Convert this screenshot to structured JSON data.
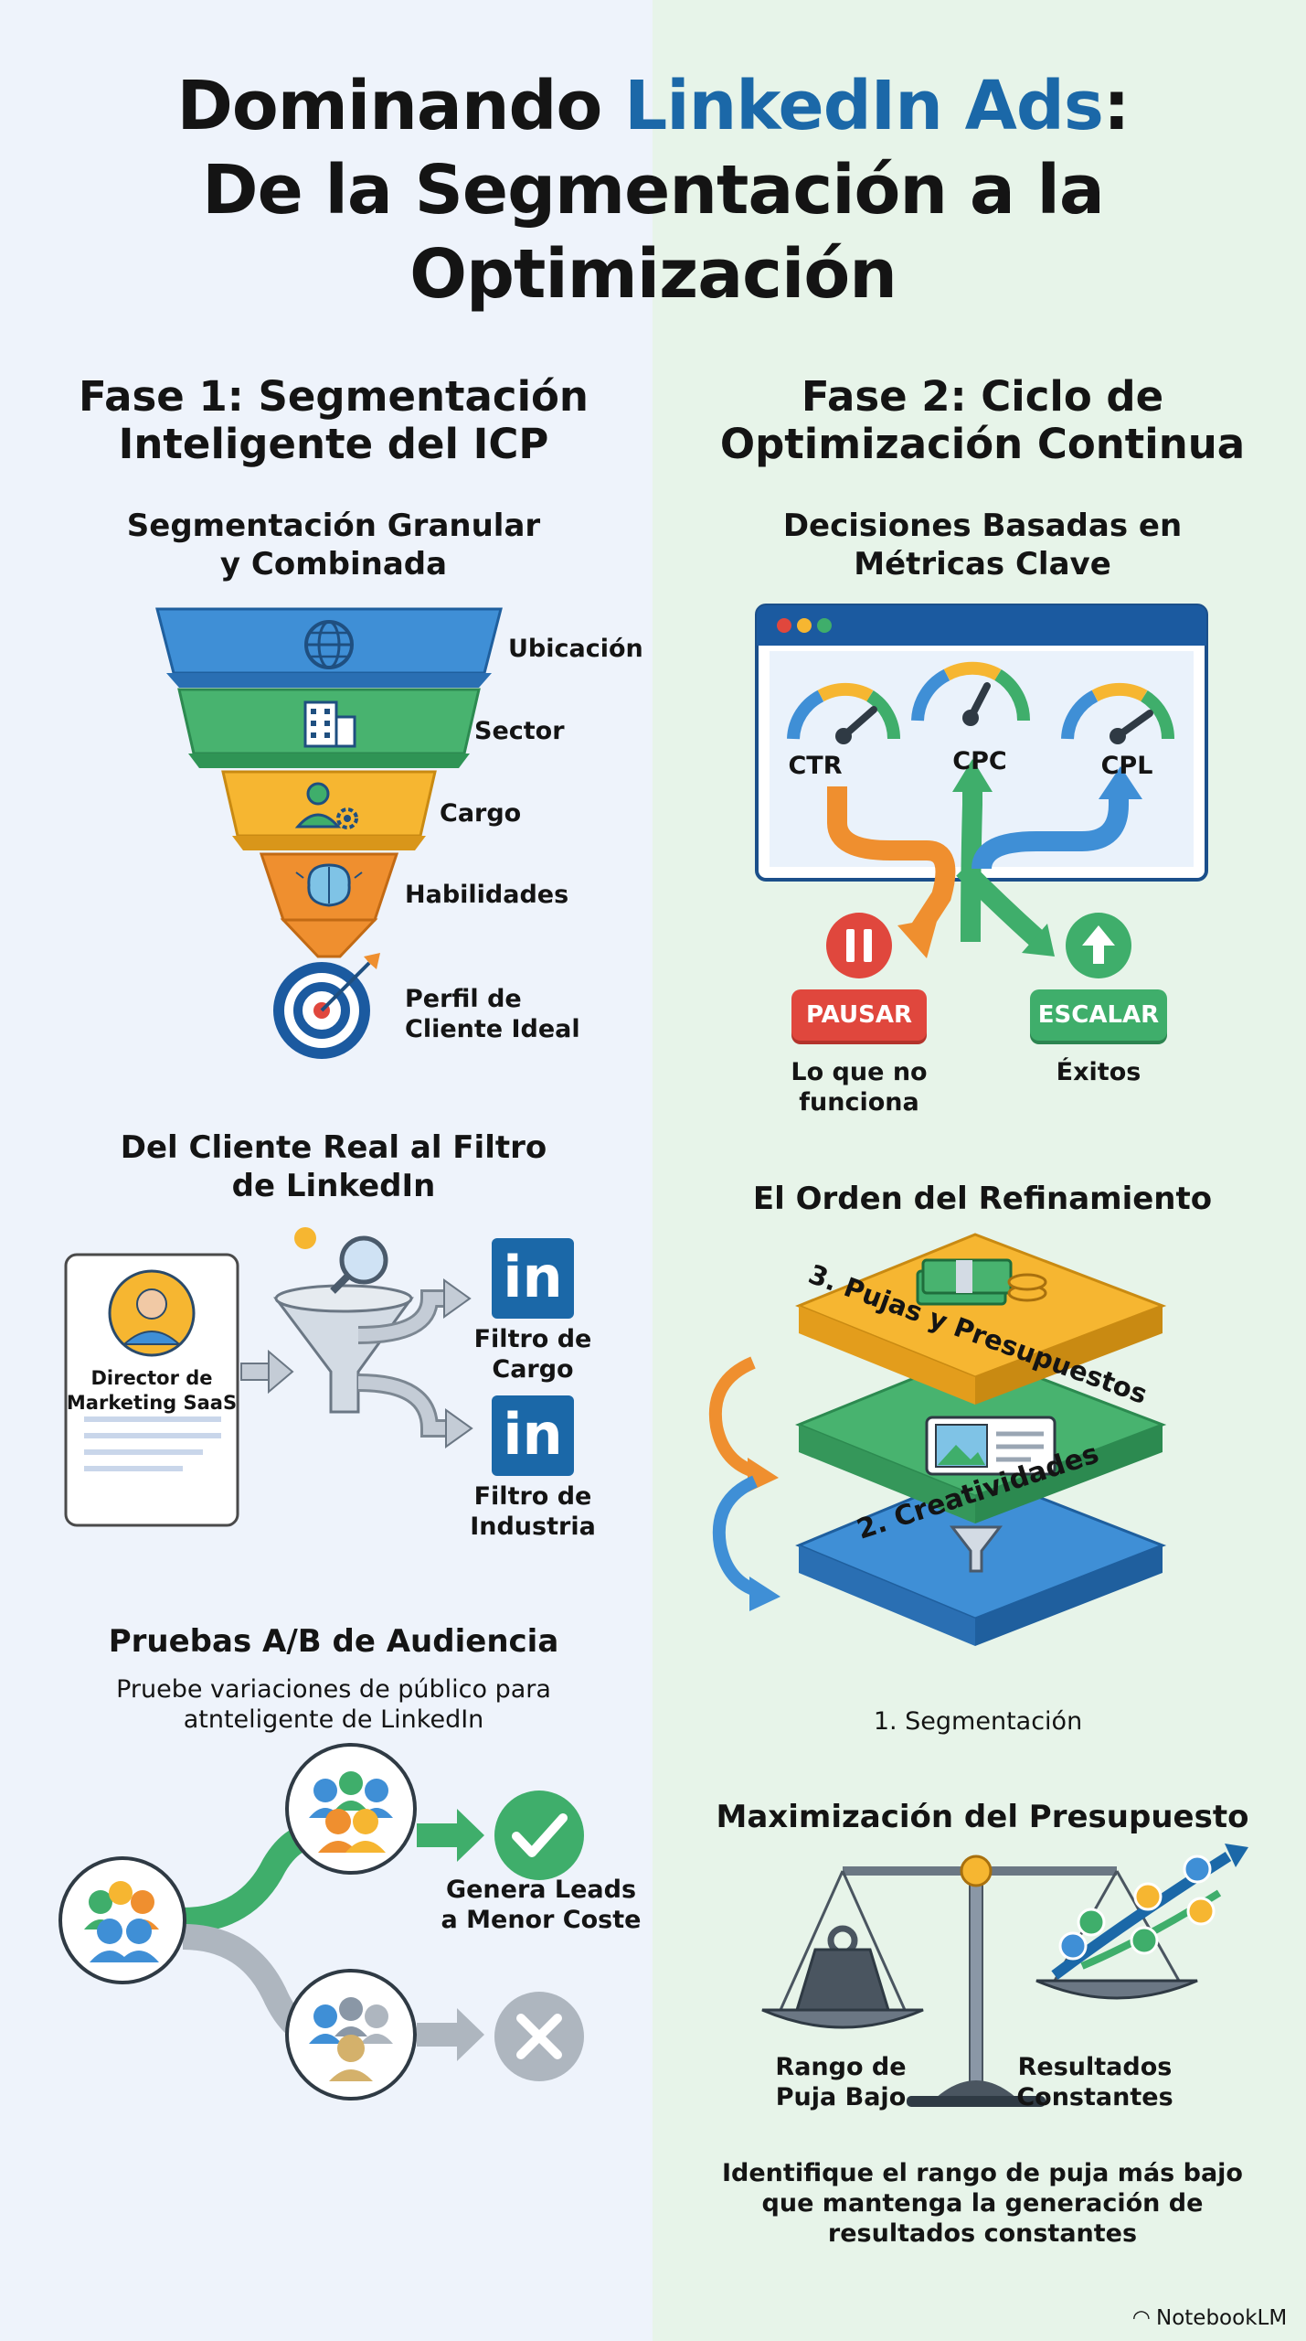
{
  "title": {
    "line1_a": "Dominando ",
    "line1_b": "LinkedIn Ads",
    "line1_c": ":",
    "line2": "De la Segmentación a la",
    "line3": "Optimización"
  },
  "colors": {
    "accent": "#1b68a8",
    "green": "#3fae6b",
    "orange": "#ef8f2f",
    "yellow": "#f6b631",
    "blue": "#3f8fd6",
    "red": "#e0473d"
  },
  "phase1": {
    "heading_l1": "Fase 1: Segmentación",
    "heading_l2": "Inteligente del ICP",
    "segmentation": {
      "title_l1": "Segmentación Granular",
      "title_l2": "y Combinada",
      "layers": [
        "Ubicación",
        "Sector",
        "Cargo",
        "Habilidades"
      ],
      "icons": [
        "globe-icon",
        "building-icon",
        "person-gear-icon",
        "brain-bulb-icon"
      ],
      "target_l1": "Perfil de",
      "target_l2": "Cliente Ideal"
    },
    "filter": {
      "title_l1": "Del Cliente Real al Filtro",
      "title_l2": "de LinkedIn",
      "card_l1": "Director de",
      "card_l2": "Marketing SaaS",
      "logo_text": "in",
      "filter1_l1": "Filtro de",
      "filter1_l2": "Cargo",
      "filter2_l1": "Filtro de",
      "filter2_l2": "Industria"
    },
    "ab": {
      "title": "Pruebas A/B de Audiencia",
      "desc_l1": "Pruebe variaciones de público para",
      "desc_l2": "atnteligente de LinkedIn",
      "win_l1": "Genera Leads",
      "win_l2": "a Menor Coste"
    }
  },
  "phase2": {
    "heading_l1": "Fase 2: Ciclo de",
    "heading_l2": "Optimización Continua",
    "metrics": {
      "title_l1": "Decisiones Basadas en",
      "title_l2": "Métricas Clave",
      "gauges": [
        "CTR",
        "CPC",
        "CPL"
      ],
      "pause_label": "PAUSAR",
      "pause_desc_l1": "Lo que no",
      "pause_desc_l2": "funciona",
      "scale_label": "ESCALAR",
      "scale_desc": "Éxitos"
    },
    "order": {
      "title": "El Orden del Refinamiento",
      "layer3": "3. Pujas y Presupuestos",
      "layer2": "2. Creatividades",
      "layer1": "1. Segmentación"
    },
    "budget": {
      "title": "Maximización del Presupuesto",
      "left_l1": "Rango de",
      "left_l2": "Puja Bajo",
      "right_l1": "Resultados",
      "right_l2": "Constantes",
      "desc_l1": "Identifique el rango de puja más bajo",
      "desc_l2": "que mantenga la generación de",
      "desc_l3": "resultados constantes"
    }
  },
  "footer": {
    "brand": "NotebookLM"
  }
}
